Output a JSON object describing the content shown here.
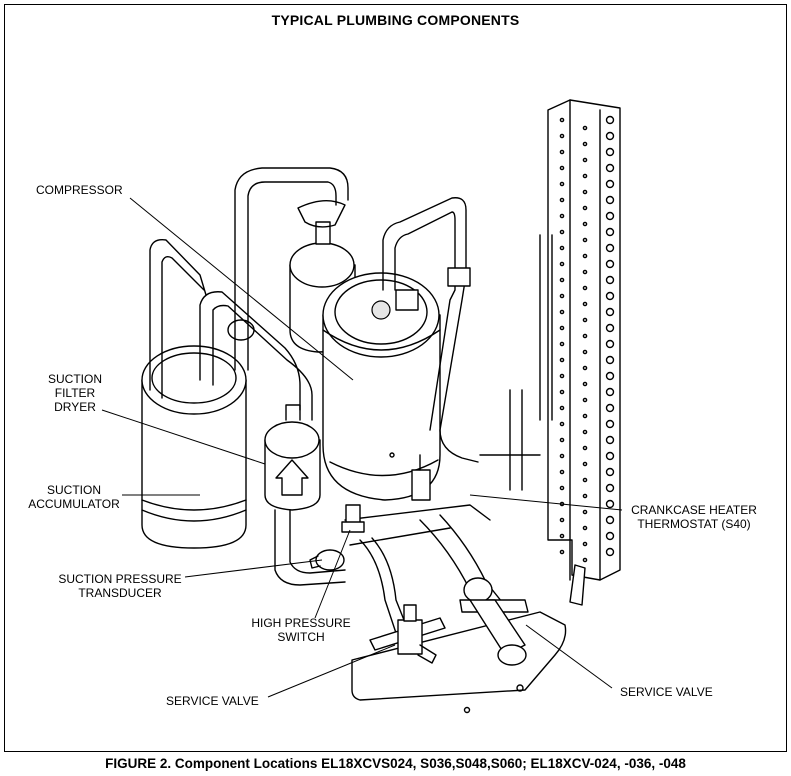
{
  "title": "TYPICAL PLUMBING COMPONENTS",
  "labels": {
    "compressor": "COMPRESSOR",
    "suction_filter_dryer": "SUCTION\nFILTER\nDRYER",
    "suction_accumulator": "SUCTION\nACCUMULATOR",
    "suction_pressure_transducer": "SUCTION PRESSURE\nTRANSDUCER",
    "high_pressure_switch": "HIGH PRESSURE\nSWITCH",
    "service_valve_left": "SERVICE VALVE",
    "service_valve_right": "SERVICE VALVE",
    "crankcase_heater_thermostat": "CRANKCASE HEATER\nTHERMOSTAT (S40)"
  },
  "caption": "FIGURE 2. Component Locations EL18XCVS024, S036,S048,S060; EL18XCV-024, -036, -048"
}
